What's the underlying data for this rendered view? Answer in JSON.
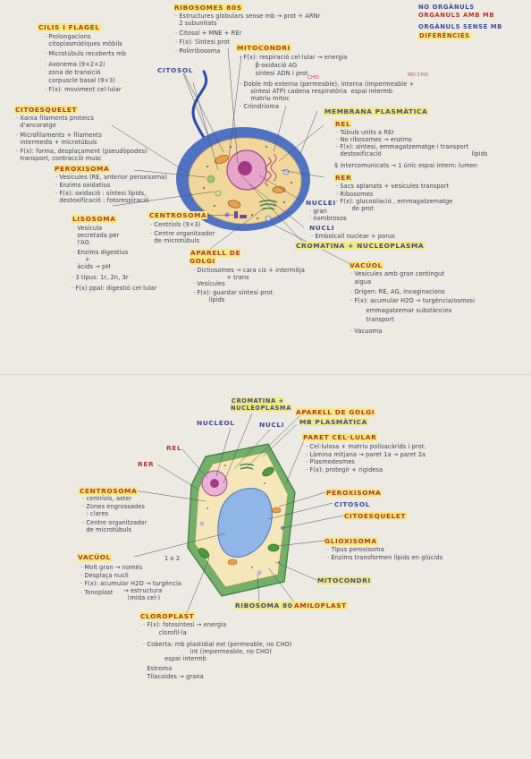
{
  "top": {
    "cilis_flagel": {
      "title": "CILIS I FLAGEL",
      "lines": [
        "· Prolongacions",
        "  citoplasmàtiques mòbils",
        "· Microtúbuls recoberts mb",
        "· Axonema (9×2+2)",
        "  zona de transició",
        "  corpuscle basal (9×3)",
        "· F(x): moviment cel·lular"
      ]
    },
    "ribosomes": {
      "title": "RIBOSOMES 80S",
      "lines": [
        "· Estructures globulars sense mb → prot + ARNr",
        "  2 subunitats",
        "· Citosol + MNE + REr",
        "· F(x): Síntesi prot",
        "· Polirribosoma"
      ]
    },
    "note": [
      "NO ORGÀNULS",
      "ORGANULS AMB MB",
      "ORGÀNULS SENSE MB",
      "DIFERÈNCIES"
    ],
    "mitocondria": {
      "title": "MITOCONDRI",
      "lines": [
        "· F(x): respiració cel·lular → energia",
        "        β-oxidació AG",
        "        síntesi ADN i prot",
        "· Doble mb externa (permeable), interna (impermeable +",
        "  síntesi ATP) cadena respiratòria  espai intermb",
        "  matriu mitoc",
        "· Cròndrioma"
      ],
      "annot_cho": "CHO",
      "annot_nocho": "NO CHO"
    },
    "citosol": {
      "title": "CITOSOL"
    },
    "citoesquelet": {
      "title": "CITOESQUELET",
      "lines": [
        "· Xarxa filaments proteics",
        "  d'ancoratge",
        "· Microfilaments + filaments",
        "  intermedis + microtúbuls",
        "· F(x): forma, desplaçament (pseudòpodes)",
        "  transport, contracció musc"
      ]
    },
    "peroxisoma": {
      "title": "PEROXISOMA",
      "lines": [
        "· Vesícules (RE, anterior peroxisoma)",
        "· Enzims oxidatius",
        "· F(x): oxidació : síntesi lípids,",
        "  destoxificació : fotorespiració"
      ]
    },
    "lisosoma": {
      "title": "LISOSOMA",
      "lines": [
        "· Vesícula",
        "  secretada per",
        "  l'AG",
        "· Enzims digestius",
        "      +",
        "  àcids → pH",
        "· 3 tipus: 1r, 2n, 3r",
        "· F(x) ppal: digestió cel·lular"
      ]
    },
    "centrosoma": {
      "title": "CENTROSOMA",
      "lines": [
        "· Centríols (9×3)",
        "· Centre organitzador",
        "  de microtúbuls"
      ]
    },
    "golgi": {
      "title": "APARELL DE\nGOLGI",
      "lines": [
        "· Dictiosomes → cara cis + intermitja",
        "                 + trans",
        "· Vesícules",
        "· F(x): guardar síntesi prot.",
        "        lípids"
      ]
    },
    "membrana": {
      "title": "MEMBRANA PLASMÀTICA"
    },
    "rel": {
      "title": "REL",
      "lines": [
        "· Túbuls units a REr",
        "· No ribosomes → enzims",
        "· F(x): síntesi, emmagatzematge i transport",
        "        lípids",
        "  destoxificació",
        "$ intercomunicats → 1 únic espai intern: lumen"
      ]
    },
    "rer": {
      "title": "RER",
      "lines": [
        "· Sacs aplanats + vesícules transport",
        "· Ribosomes",
        "· F(x): glucosilació , emmagatzematge",
        "        de prot"
      ]
    },
    "nuclei": {
      "title": "NUCLEI",
      "lines": [
        "· gran",
        "· nombrosos"
      ]
    },
    "nucli": {
      "title": "NUCLI",
      "lines": [
        "· Embolcall nuclear + porus"
      ]
    },
    "cromatina": {
      "title": "CROMATINA + NUCLEOPLASMA"
    },
    "vacuol": {
      "title": "VACÚOL",
      "lines": [
        "· Vesícules amb gran contingut",
        "  aigua",
        "· Origen: RE, AG, invaginacions",
        "· F(x): acumular H2O → turgència/osmosi",
        "        emmagatzemar substàncies",
        "        transport",
        "· Vacuoma"
      ]
    }
  },
  "bottom": {
    "cromatina": {
      "title": "CROMATINA +\nNUCLEOPLASMA"
    },
    "nucleol": {
      "title": "NUCLEOL"
    },
    "nucli": {
      "title": "NUCLI"
    },
    "golgi": {
      "title": "APARELL DE GOLGI"
    },
    "membrana": {
      "title": "MB PLASMÀTICA"
    },
    "rel": {
      "title": "REL"
    },
    "rer": {
      "title": "RER"
    },
    "paret": {
      "title": "PARET CEL·LULAR",
      "lines": [
        "· Cel·lulosa + matriu polisacàrids i prot.",
        "· Làmina mitjana → paret 1a → paret 2a",
        "· Plasmodesmes",
        "· F(x): protegir + rigidesa"
      ]
    },
    "peroxisoma": {
      "title": "PEROXISOMA"
    },
    "citosol": {
      "title": "CITOSOL"
    },
    "citoesquelet": {
      "title": "CITOESQUELET"
    },
    "centrosoma": {
      "title": "CENTROSOMA",
      "lines": [
        "· centríols, aster",
        "· Zones engrossades",
        "  : clares",
        "· Centre organitzador",
        "  de microtúbuls"
      ]
    },
    "glioxisoma": {
      "title": "GLIOXISOMA",
      "lines": [
        "· Tipus peroxisoma",
        "· Enzims transformen lípids en glúcids"
      ]
    },
    "vacuol": {
      "title": "VACÚOL",
      "annot": "1 o 2",
      "lines": [
        "· Molt gran → només",
        "· Desplaça nucli",
        "· F(x): acumular H2O → turgència",
        "                      → estructura",
        "                        (mida cel·)",
        "· Tonoplast"
      ]
    },
    "mitocondri": {
      "title": "MITOCONDRI"
    },
    "ribosoma": {
      "title": "RIBOSOMA 80S"
    },
    "amiloplast": {
      "title": "AMILOPLAST"
    },
    "cloroplast": {
      "title": "CLOROPLAST",
      "lines": [
        "· F(x): fotosíntesi → energia",
        "        clorofil·la",
        "· Coberta: mb plastidial ext (permeable, no CHO)",
        "                        int (impermeable, no CHO)",
        "           espai intermb",
        "",
        "  Estroma",
        "  Tilacoides → grana"
      ]
    }
  }
}
